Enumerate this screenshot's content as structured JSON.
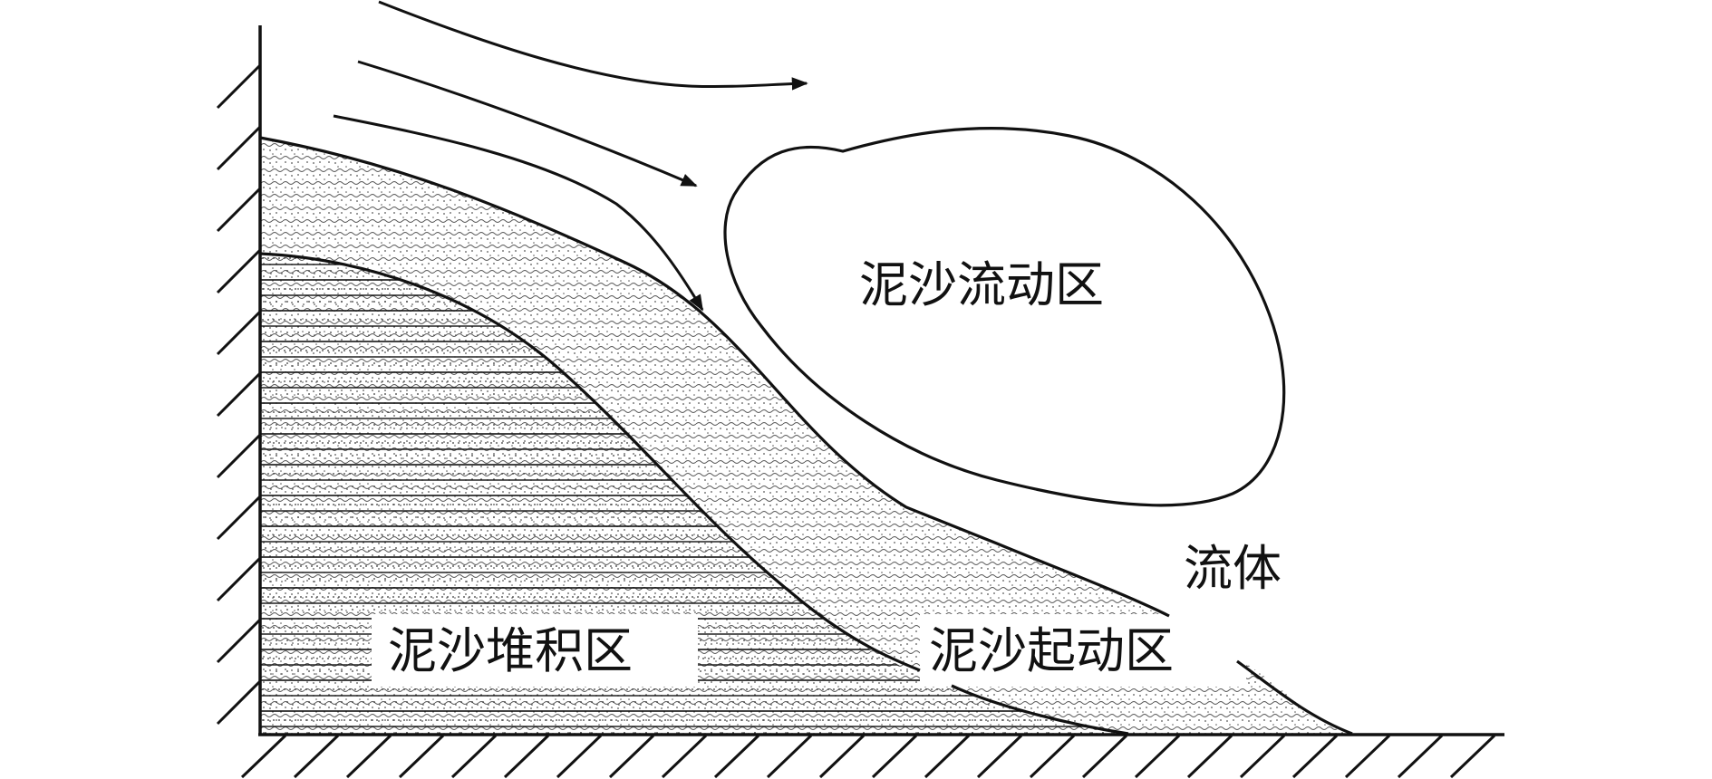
{
  "labels": {
    "sediment_flow_zone": "泥沙流动区",
    "fluid": "流体",
    "sediment_deposition_zone": "泥沙堆积区",
    "sediment_incipient_zone": "泥沙起动区"
  },
  "colors": {
    "ink": "#111111",
    "background": "#ffffff"
  }
}
